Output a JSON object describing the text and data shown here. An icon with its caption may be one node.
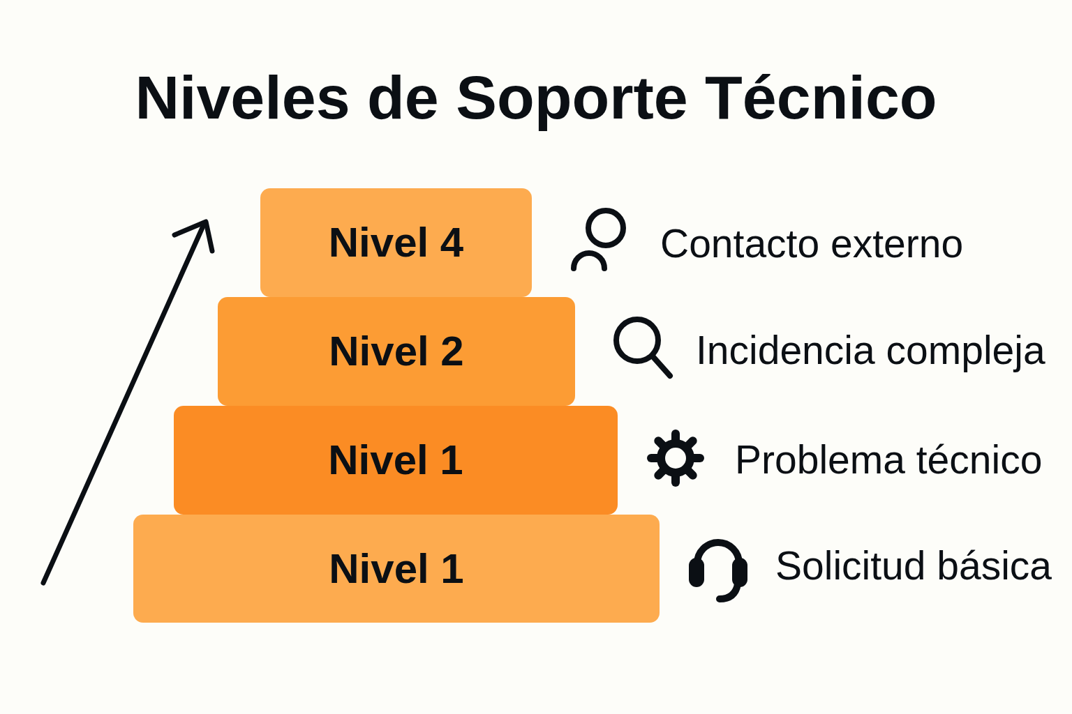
{
  "diagram": {
    "title": "Niveles de Soporte Técnico",
    "nodes": [
      {
        "text": [
          "Nivel 4"
        ],
        "beside": [
          "Contacto externo"
        ]
      },
      {
        "text": [
          "Nivel 2"
        ],
        "beside": [
          "Incidencia compleja"
        ]
      },
      {
        "text": [
          "Nivel 1"
        ],
        "beside": [
          "Problema técnico"
        ]
      },
      {
        "text": [
          "Nivel 1"
        ],
        "beside": [
          "Solicitud básica"
        ]
      }
    ]
  }
}
